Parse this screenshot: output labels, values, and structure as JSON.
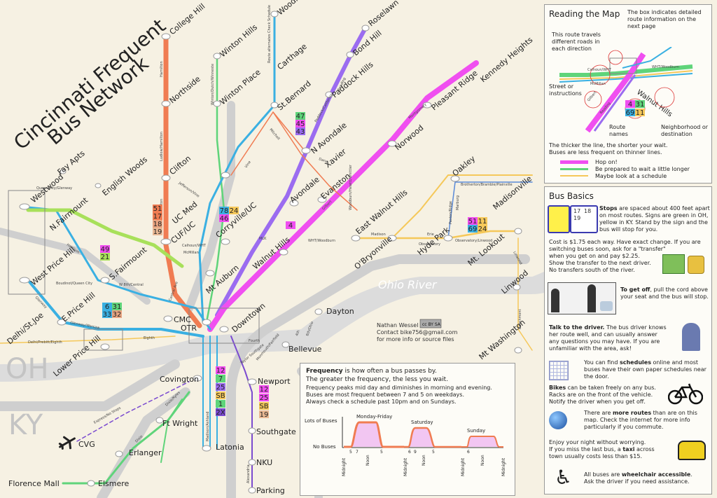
{
  "title_line1": "Cincinnati Frequent",
  "title_line2": "Bus Network",
  "colors": {
    "background": "#f6f1e3",
    "road": "#c8c8c8",
    "river": "#d9d9d9",
    "hamilton": "#f07c52",
    "vine": "#3ab0e2",
    "reading": "#9b6cf0",
    "magenta": "#f04ff0",
    "green": "#5fd47a",
    "yellow": "#f5c85a",
    "lime": "#a8e05a",
    "purple": "#7b4bd0"
  },
  "state_labels": {
    "ohio": "OH",
    "kentucky": "KY",
    "river": "Ohio River"
  },
  "places": [
    "College Hill",
    "Woodlawn",
    "Roselawn",
    "Winton Hills",
    "Winton Place",
    "Carthage",
    "Bond Hill",
    "Kennedy Heights",
    "Northside",
    "St.Bernard",
    "Paddock Hills",
    "Pleasant Ridge",
    "N Avondale",
    "Xavier",
    "Norwood",
    "Oakley",
    "Madisonville",
    "Fay Apts",
    "English Woods",
    "Westwood",
    "Clifton",
    "N.Fairmount",
    "UC Med",
    "Avondale",
    "Evanston",
    "East Walnut Hills",
    "CUF/UC",
    "Corryville/UC",
    "Walnut Hills",
    "O'Bryonville",
    "Hyde Park",
    "Mt. Lookout",
    "West Price Hill",
    "S.Fairmount",
    "Mt Auburn",
    "Linwood",
    "E.Price Hill",
    "CMC",
    "OTR",
    "Dayton",
    "Delhi/St.Joe",
    "Downtown",
    "Lower Price Hill",
    "Bellevue",
    "Mt Washington",
    "Covington",
    "Newport",
    "Ft Wright",
    "Latonia",
    "Southgate",
    "CVG",
    "Erlanger",
    "NKU",
    "Florence Mall",
    "Elsmere",
    "Parking"
  ],
  "streets": [
    "Hamilton",
    "Ludlow/Hamilton",
    "Clifton",
    "Jefferson/Vine",
    "Vine",
    "Mitchell",
    "Winton/Dutch/Winneste",
    "Route alternates Check Schedule",
    "Reading",
    "Paddock/California",
    "Montgomery",
    "Dana",
    "Madison",
    "Erie",
    "Observatory",
    "Observatory/Linwood",
    "Brotherton/Bramble/Plainville",
    "Paxton/Ridge",
    "Marburg",
    "WHT/Woodburn",
    "Calhoun/WHT",
    "McMillan",
    "MLK",
    "Gilbert",
    "Woodburn/Hewitt/Whittier",
    "Beechmont",
    "W 8th/Central",
    "Boudinot/Queen City",
    "Glenway/Warsaw",
    "Delhi/Prebitt/Eighth",
    "Eighth",
    "Glenway",
    "Central Ave",
    "Linwood",
    "Express/No Stops",
    "Dixie",
    "Dixie/Kyles",
    "Alexandria",
    "Madison/Ashland",
    "Fourth",
    "4th",
    "6th/Ohio",
    "Taylor Southgate",
    "Monmouth/Fairfield",
    "Harrison",
    "Queen City/Glenway"
  ],
  "route_boxes": [
    {
      "a": "47",
      "b": "45",
      "c": "43"
    },
    {
      "a": "51",
      "b": "17",
      "c": "18",
      "d": "19"
    },
    {
      "a": "78",
      "b": "24",
      "c": "46"
    },
    {
      "a": "4"
    },
    {
      "a": "49",
      "b": "21"
    },
    {
      "a": "51",
      "b": "11",
      "c": "69",
      "d": "24"
    },
    {
      "a": "6",
      "b": "31",
      "c": "33",
      "d": "32"
    },
    {
      "a": "12",
      "b": "7",
      "c": "25",
      "d": "SB",
      "e": "1",
      "f": "2X"
    },
    {
      "a": "12",
      "b": "25",
      "c": "SB",
      "d": "19"
    }
  ],
  "credit": {
    "name": "Nathan Wessel",
    "contact": "Contact bike756@gmail.com",
    "note": "for more info or source files",
    "license": "cc BY SA"
  },
  "frequency": {
    "heading": "Frequency",
    "line1_rest": " is how often a bus passes by.",
    "line2": "The greater the frequency, the less you wait.",
    "line3": "Frequency peaks mid day and diminishes in morning and evening.",
    "line4": "Buses are most frequent between 7 and 5 on weekdays.",
    "line5": "Always check a schedule past 10pm and on Sundays.",
    "y_high": "Lots of Buses",
    "y_low": "No Buses",
    "days": [
      "Monday-Friday",
      "Saturday",
      "Sunday"
    ],
    "ticks": [
      "Midnight",
      "5",
      "7",
      "Noon",
      "5",
      "Midnight",
      "6",
      "9",
      "Noon",
      "5",
      "Midnight",
      "6",
      "Noon",
      "Midnight"
    ]
  },
  "reading": {
    "title": "Reading the Map",
    "box_note": "The box indicates detailed route information on the next page",
    "route_note": "This route travels different roads in each direction",
    "street_note": "Street or instructions",
    "names_note": "Route names",
    "neighborhood_note": "Neighborhood or destination",
    "example_area": "Walnut Hills",
    "example_streets": [
      "Calhoun/WHT",
      "McMillan",
      "WHT/Woodburn",
      "Gilbert",
      "Reading"
    ],
    "example_routes": [
      "4",
      "31",
      "69",
      "11"
    ],
    "thickness_1": "The thicker the line, the shorter your wait.",
    "thickness_2": "Buses are less frequent on thinner lines.",
    "legend": [
      "Hop on!",
      "Be prepared to wait a little longer",
      "Maybe look at a schedule"
    ]
  },
  "basics": {
    "title": "Bus Basics",
    "stops_bold": "Stops",
    "stops_text": " are spaced about 400 feet apart on most routes. Signs are green in OH, yellow in KY. Stand by the sign and the bus will stop for you.",
    "sign_routes": [
      "17",
      "18",
      "19"
    ],
    "cost_1": "Cost is $1.75 each way. Have exact change. If you are",
    "cost_2": "switching buses soon, ask for a \"transfer\"",
    "cost_3": "when you get on and pay $2.25.",
    "cost_4": "Show the transfer to the next driver.",
    "cost_5": "No transfers south of the river.",
    "getoff_bold": "To get off",
    "getoff_text": ", pull the cord above your seat and the bus will stop.",
    "driver_bold": "Talk to the driver.",
    "driver_text": " The bus driver knows her route well, and can usually answer any questions you may have. If you are unfamiliar with the area, ask!",
    "sched_1": "You can find ",
    "sched_bold": "schedules",
    "sched_2": " online and most buses have their own paper schedules near the door.",
    "bikes_bold": "Bikes",
    "bikes_text": " can be taken freely on any bus. Racks are on the front of the vehicle. Notify the driver when you get off.",
    "more_1": "There are ",
    "more_bold": "more routes",
    "more_2": " than are on this map. Check the internet for more info particularly if you commute.",
    "night_1": "Enjoy your night without worrying.",
    "night_2": "If you miss the last bus, a ",
    "night_bold": "taxi",
    "night_3": " across town usually costs less than $15.",
    "wheel_1": "All buses are ",
    "wheel_bold": "wheelchair accessible",
    "wheel_2": ".",
    "wheel_3": "Ask the driver if you need assistance."
  }
}
